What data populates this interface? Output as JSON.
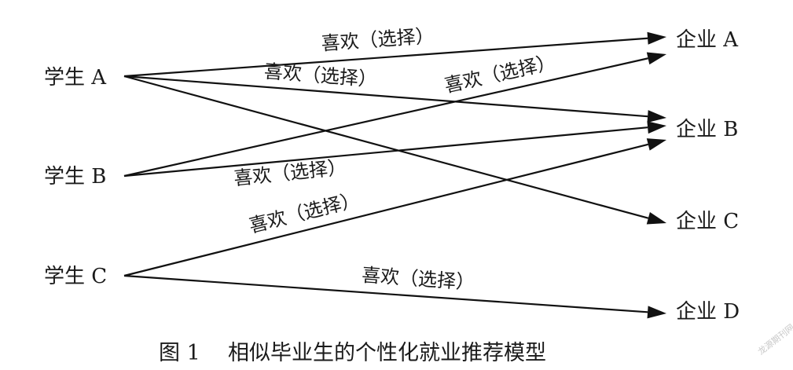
{
  "students": [
    {
      "id": "A",
      "label": "学生 A"
    },
    {
      "id": "B",
      "label": "学生 B"
    },
    {
      "id": "C",
      "label": "学生 C"
    }
  ],
  "companies": [
    {
      "id": "A",
      "label": "企业 A"
    },
    {
      "id": "B",
      "label": "企业 B"
    },
    {
      "id": "C",
      "label": "企业 C"
    },
    {
      "id": "D",
      "label": "企业 D"
    }
  ],
  "edges": [
    {
      "from": "A",
      "to": "A",
      "label": "喜欢（选择）"
    },
    {
      "from": "A",
      "to": "B",
      "label": "喜欢（选择）"
    },
    {
      "from": "A",
      "to": "C",
      "label": ""
    },
    {
      "from": "B",
      "to": "A",
      "label": "喜欢（选择）"
    },
    {
      "from": "B",
      "to": "B",
      "label": "喜欢（选择）"
    },
    {
      "from": "C",
      "to": "B",
      "label": "喜欢（选择）"
    },
    {
      "from": "C",
      "to": "D",
      "label": "喜欢（选择）"
    }
  ],
  "figure": {
    "number": "图 1",
    "title": "相似毕业生的个性化就业推荐模型"
  },
  "watermark": "龙源期刊网",
  "colors": {
    "line": "#111111",
    "text": "#1a1a1a"
  }
}
